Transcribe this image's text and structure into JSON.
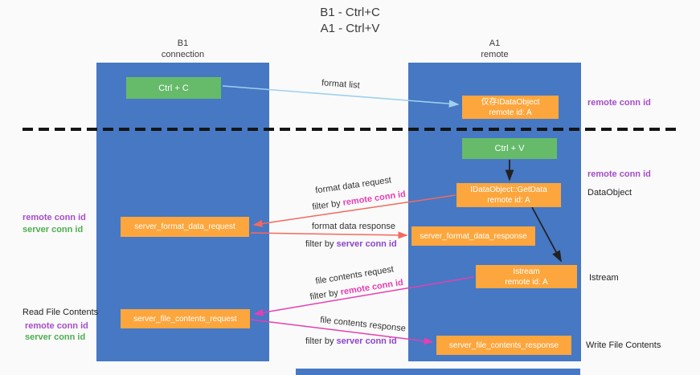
{
  "title": {
    "line1": "B1 - Ctrl+C",
    "line2": "A1 - Ctrl+V"
  },
  "lifelines": {
    "b1": {
      "name": "B1",
      "subtitle": "connection"
    },
    "a1": {
      "name": "A1",
      "subtitle": "remote"
    }
  },
  "boxes": {
    "ctrl_c": {
      "label": "Ctrl + C"
    },
    "ctrl_v": {
      "label": "Ctrl + V"
    },
    "idataobject": {
      "line1": "仅存IDataObject",
      "line2": "remote id: A"
    },
    "getdata": {
      "line1": "IDataObject::GetData",
      "line2": "remote id: A"
    },
    "istream": {
      "line1": "Istream",
      "line2": "remote id: A"
    },
    "format_request": {
      "label": "server_format_data_request"
    },
    "format_response": {
      "label": "server_format_data_response"
    },
    "file_request": {
      "label": "server_file_contents_request"
    },
    "file_response": {
      "label": "server_file_contents_response"
    }
  },
  "arrow_labels": {
    "format_list": "format list",
    "format_data_request": "format data request",
    "format_data_response": "format data response",
    "file_contents_request": "file contents request",
    "file_contents_response": "file contents response",
    "filter_by": "filter by ",
    "remote_conn_id": "remote conn id",
    "server_conn_id": "server conn id"
  },
  "annotations": {
    "remote_conn_id_top_right": "remote conn id",
    "remote_conn_id_mid_right": "remote conn id",
    "dataobject": "DataObject",
    "istream": "Istream",
    "write_file_contents": "Write File Contents",
    "read_file_contents": "Read File Contents",
    "remote_conn_id_left_top": "remote conn id",
    "server_conn_id_left_top": "server conn id",
    "remote_conn_id_left_bottom": "remote conn id",
    "server_conn_id_left_bottom": "server conn id"
  },
  "colors": {
    "lifeline_blue": "#4678c4",
    "box_green": "#66bb6a",
    "box_orange": "#fca63d",
    "arrow_blue": "#9fd0ee",
    "arrow_red": "#f4695c",
    "arrow_magenta": "#e53fb1",
    "arrow_black": "#222222",
    "text_purple": "#a64dc9",
    "text_green": "#4caf50",
    "text_magenta": "#e53fb1",
    "text_violet": "#8e44cc"
  }
}
